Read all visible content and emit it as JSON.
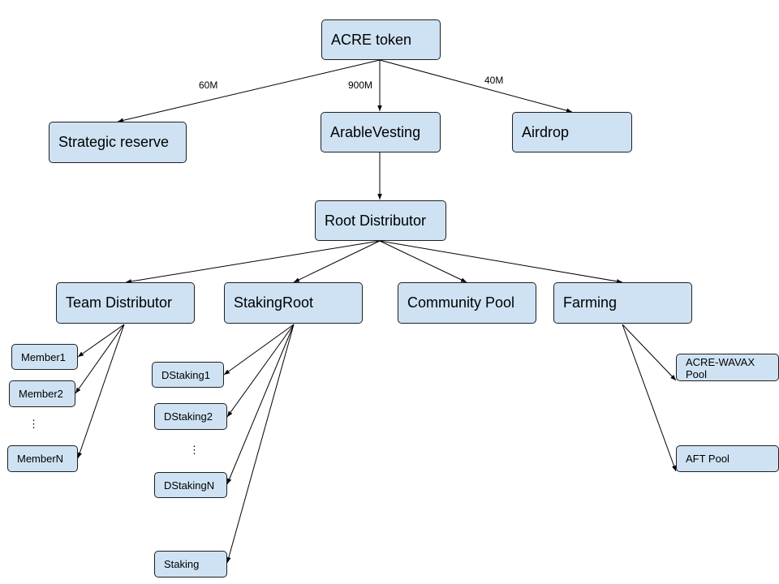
{
  "nodes": {
    "acre_token": "ACRE token",
    "strategic_reserve": "Strategic reserve",
    "arable_vesting": "ArableVesting",
    "airdrop": "Airdrop",
    "root_distributor": "Root Distributor",
    "team_distributor": "Team Distributor",
    "staking_root": "StakingRoot",
    "community_pool": "Community Pool",
    "farming": "Farming",
    "member1": "Member1",
    "member2": "Member2",
    "membern": "MemberN",
    "dstaking1": "DStaking1",
    "dstaking2": "DStaking2",
    "dstakingn": "DStakingN",
    "staking": "Staking",
    "acre_wavax_pool": "ACRE-WAVAX Pool",
    "aft_pool": "AFT Pool"
  },
  "edge_labels": {
    "to_strategic_reserve": "60M",
    "to_arable_vesting": "900M",
    "to_airdrop": "40M"
  },
  "ellipsis": "⋮"
}
